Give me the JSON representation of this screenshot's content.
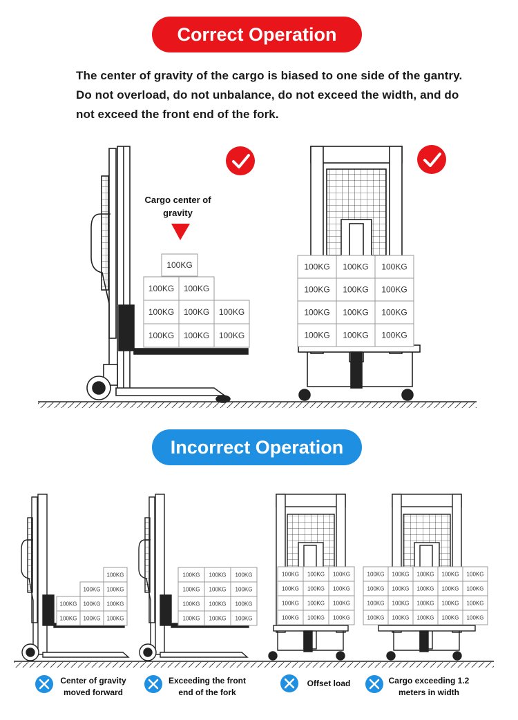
{
  "header_correct": "Correct Operation",
  "description": "The center of gravity of the cargo is biased to one side of the gantry. Do not overload, do not unbalance, do not exceed the width, and do not exceed the front end of the fork.",
  "cog_label": "Cargo center of gravity",
  "box_label": "100KG",
  "header_incorrect": "Incorrect Operation",
  "captions": [
    "Center of gravity moved forward",
    "Exceeding the front end of the fork",
    "Offset load",
    "Cargo exceeding 1.2 meters in width"
  ],
  "colors": {
    "red": "#e8151b",
    "blue": "#1e8fe1",
    "line": "#222222"
  },
  "icons": {
    "correct": "check-icon",
    "incorrect": "x-icon"
  }
}
